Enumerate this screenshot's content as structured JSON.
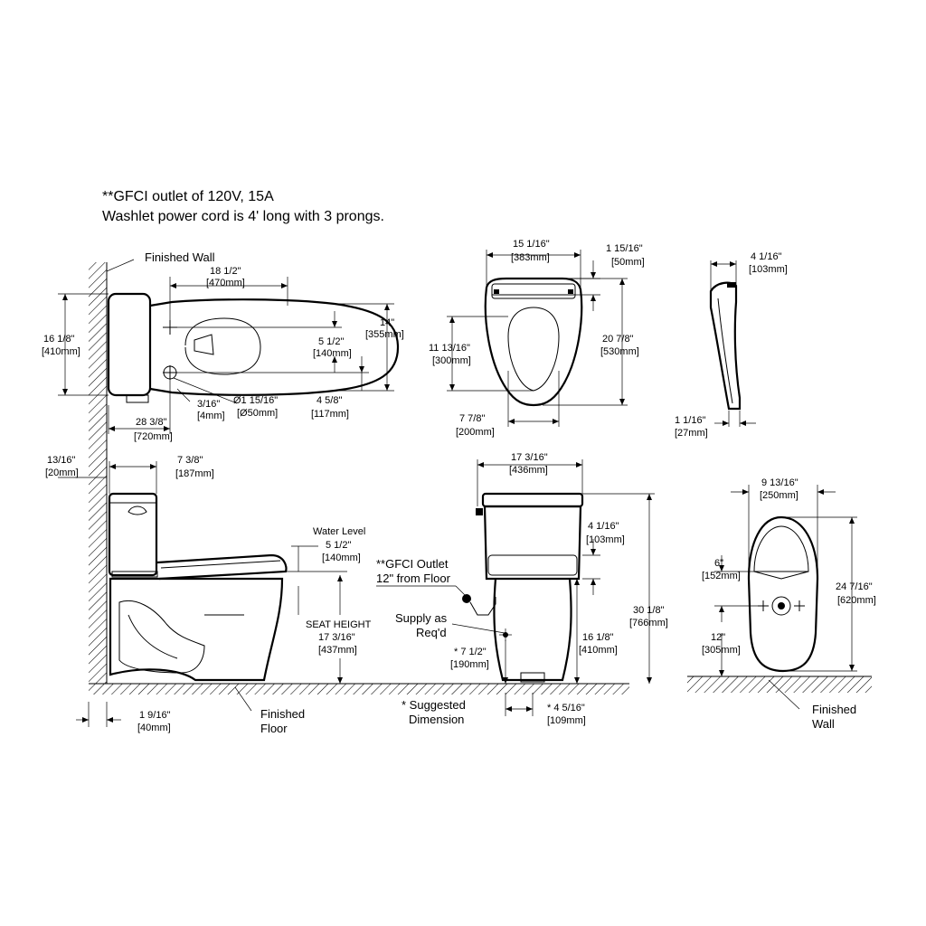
{
  "notes": {
    "line1": "**GFCI outlet of 120V, 15A",
    "line2": "Washlet power cord is 4' long with 3 prongs."
  },
  "labels": {
    "finished_wall_top": "Finished Wall",
    "finished_floor_1": "Finished",
    "finished_floor_2": "Floor",
    "finished_wall_br_1": "Finished",
    "finished_wall_br_2": "Wall",
    "water_level": "Water Level",
    "gfci_outlet_1": "**GFCI Outlet",
    "gfci_outlet_2": "12\" from Floor",
    "supply_1": "Supply as",
    "supply_2": "Req'd",
    "seat_height": "SEAT HEIGHT",
    "suggested_1": "* Suggested",
    "suggested_2": "Dimension"
  },
  "dims": {
    "d_18_1_2": "18 1/2\"",
    "m_470": "[470mm]",
    "d_16_1_8_a": "16 1/8\"",
    "m_410_a": "[410mm]",
    "d_14": "14\"",
    "m_355": "[355mm]",
    "d_5_1_2_a": "5 1/2\"",
    "m_140_a": "[140mm]",
    "d_3_16": "3/16\"",
    "m_4": "[4mm]",
    "d_dia": "Ø1 15/16\"",
    "m_dia": "[Ø50mm]",
    "d_4_5_8": "4 5/8\"",
    "m_117": "[117mm]",
    "d_28_3_8": "28 3/8\"",
    "m_720": "[720mm]",
    "d_15_1_16": "15 1/16\"",
    "m_383": "[383mm]",
    "d_1_15_16": "1 15/16\"",
    "m_50": "[50mm]",
    "d_11_13_16": "11 13/16\"",
    "m_300": "[300mm]",
    "d_20_7_8": "20 7/8\"",
    "m_530": "[530mm]",
    "d_7_7_8": "7 7/8\"",
    "m_200": "[200mm]",
    "d_4_1_16_a": "4 1/16\"",
    "m_103_a": "[103mm]",
    "d_1_1_16": "1 1/16\"",
    "m_27": "[27mm]",
    "d_13_16": "13/16\"",
    "m_20": "[20mm]",
    "d_7_3_8": "7 3/8\"",
    "m_187": "[187mm]",
    "d_5_1_2_b": "5 1/2\"",
    "m_140_b": "[140mm]",
    "d_17_3_16_a": "17 3/16\"",
    "m_437": "[437mm]",
    "d_1_9_16": "1 9/16\"",
    "m_40": "[40mm]",
    "d_17_3_16_b": "17 3/16\"",
    "m_436": "[436mm]",
    "d_4_1_16_b": "4 1/16\"",
    "m_103_b": "[103mm]",
    "d_30_1_8": "30 1/8\"",
    "m_766": "[766mm]",
    "d_16_1_8_b": "16 1/8\"",
    "m_410_b": "[410mm]",
    "d_7_1_2": "* 7 1/2\"",
    "m_190": "[190mm]",
    "d_4_5_16": "* 4 5/16\"",
    "m_109": "[109mm]",
    "d_9_13_16": "9 13/16\"",
    "m_250": "[250mm]",
    "d_6": "6\"",
    "m_152": "[152mm]",
    "d_24_7_16": "24 7/16\"",
    "m_620": "[620mm]",
    "d_12": "12\"",
    "m_305": "[305mm]"
  }
}
